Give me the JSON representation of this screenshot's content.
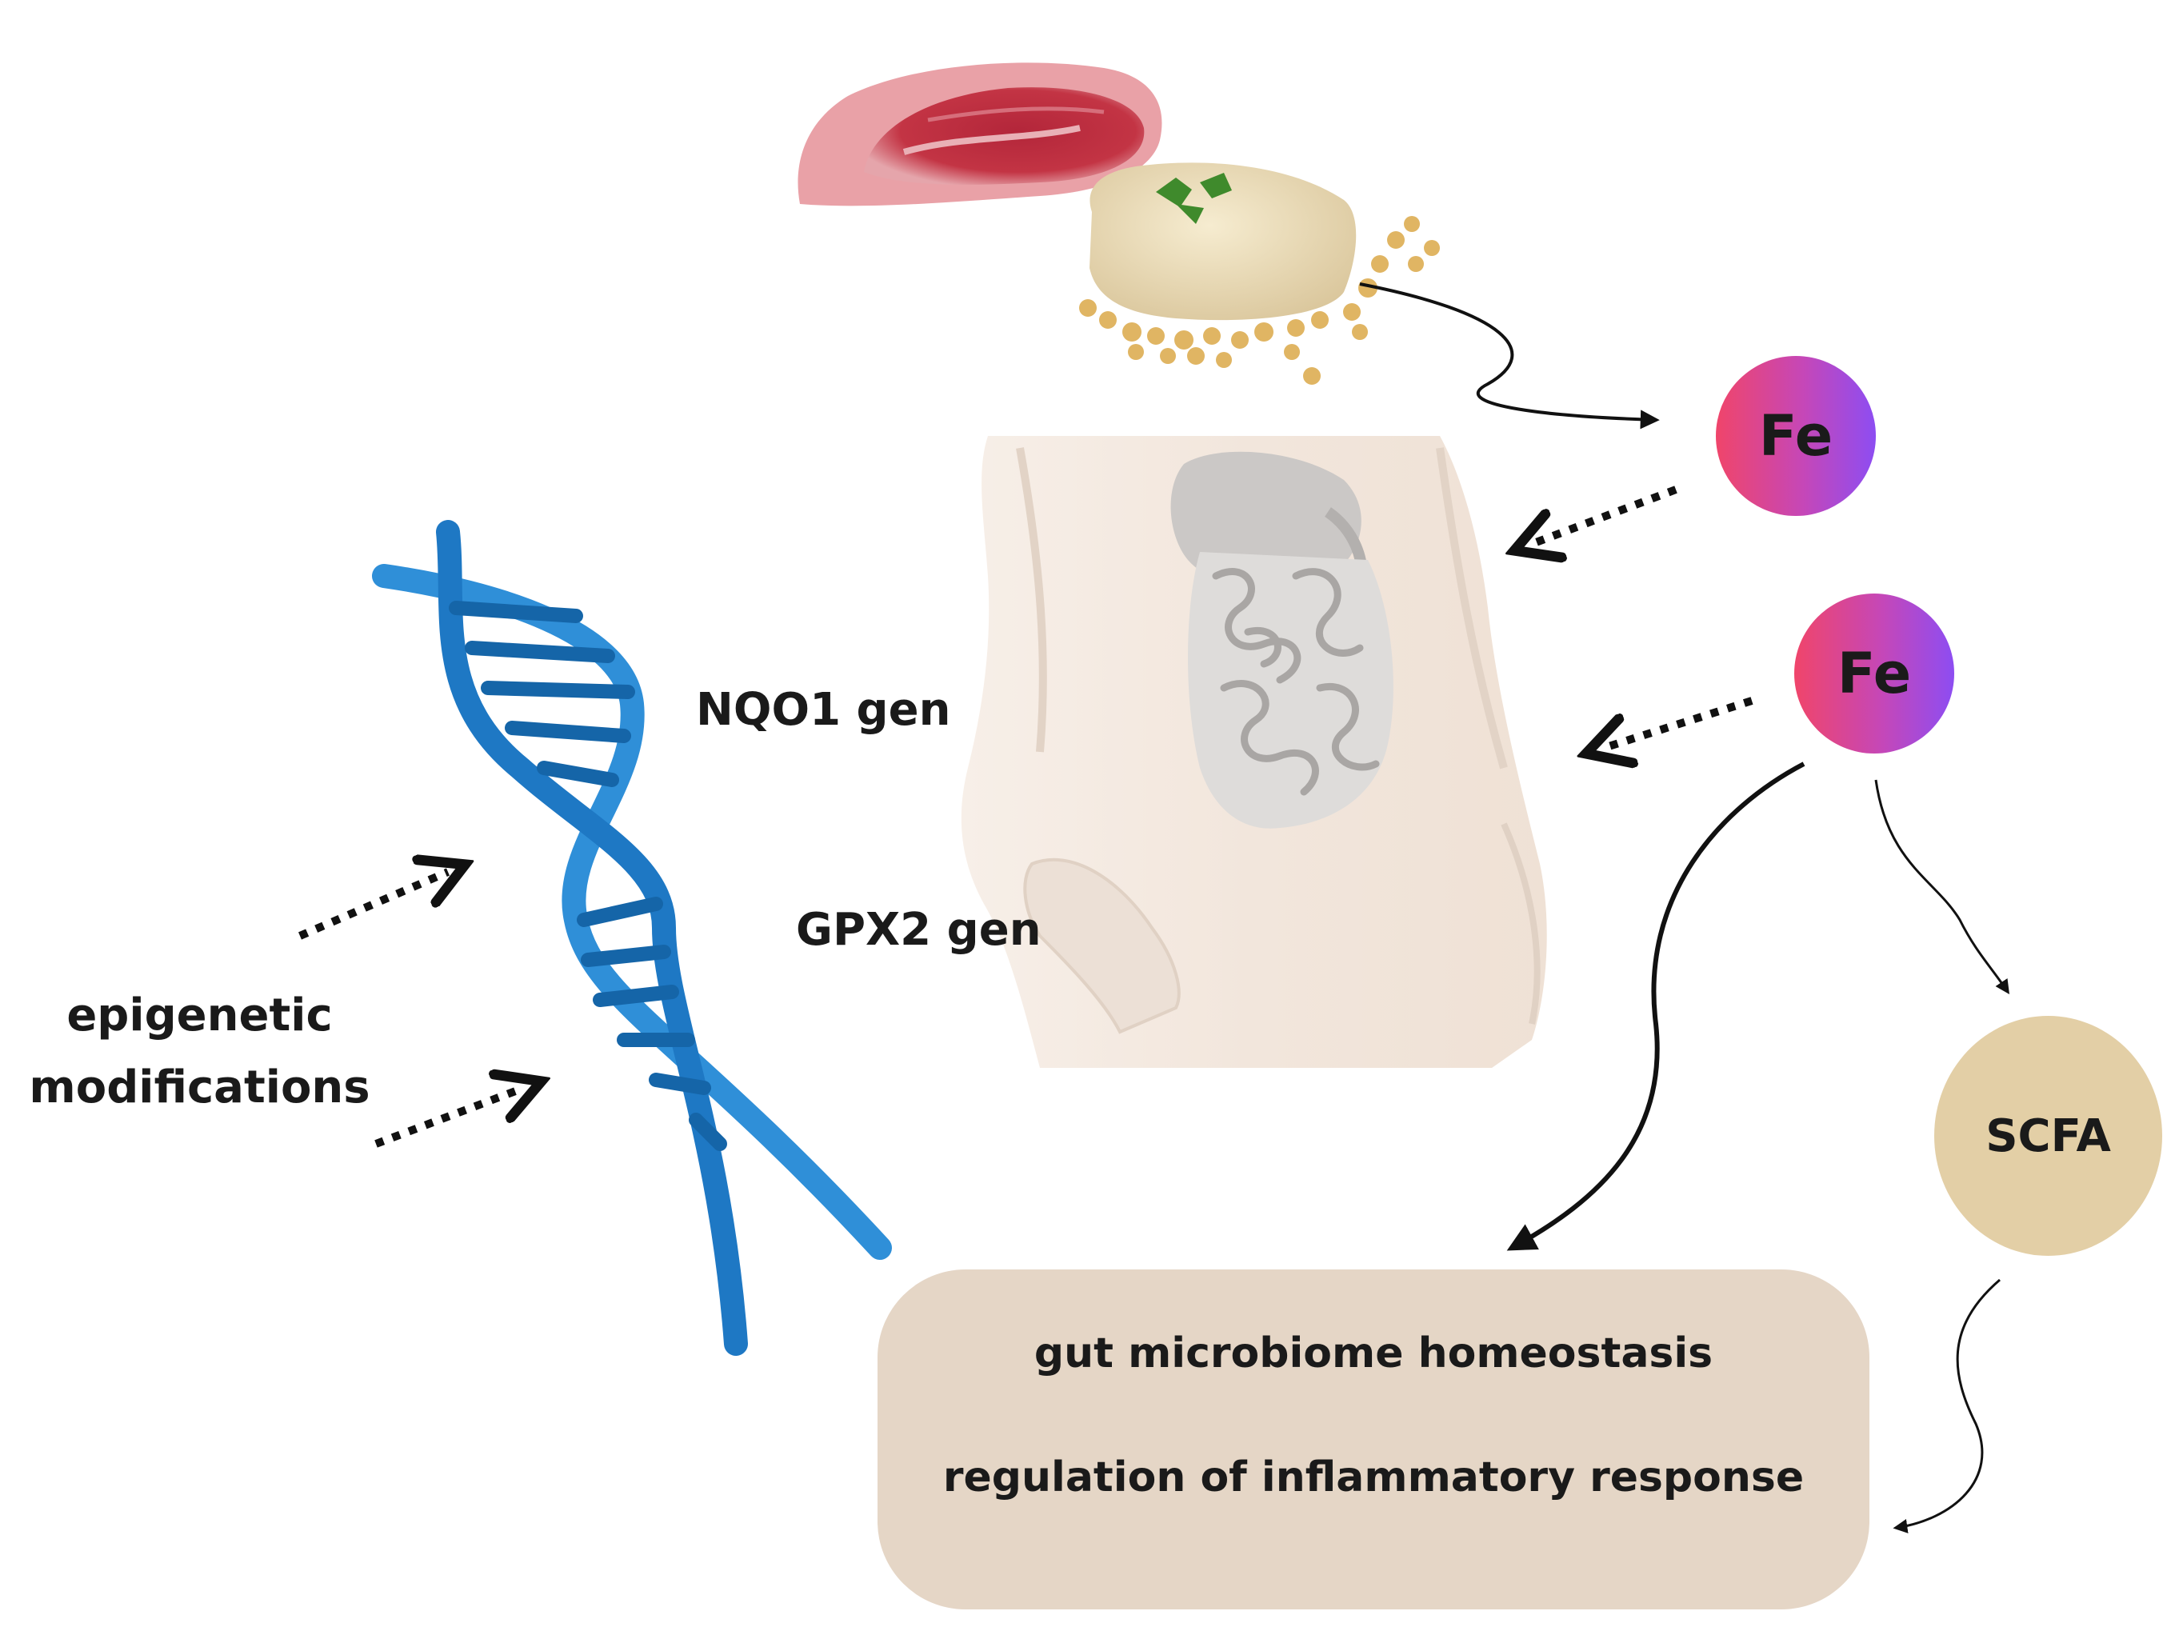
{
  "diagram": {
    "food_sources": [
      "red-meat",
      "tofu-with-soybeans"
    ],
    "nodes": {
      "fe_top": "Fe",
      "fe_middle": "Fe",
      "scfa": "SCFA",
      "gene_1": "NQO1 gen",
      "gene_2": "GPX2 gen",
      "epigenetic": [
        "epigenetic",
        "modifications"
      ],
      "outcomes": [
        "gut microbiome homeostasis",
        "regulation of inflammatory response"
      ]
    },
    "colors": {
      "fe_gradient": [
        "#f0456a",
        "#8d4df2"
      ],
      "scfa_fill": "#e3cfa6",
      "outcome_fill": "#e5d6c6",
      "dna": "#2f8fd8",
      "skin": "#f3e8df"
    }
  }
}
